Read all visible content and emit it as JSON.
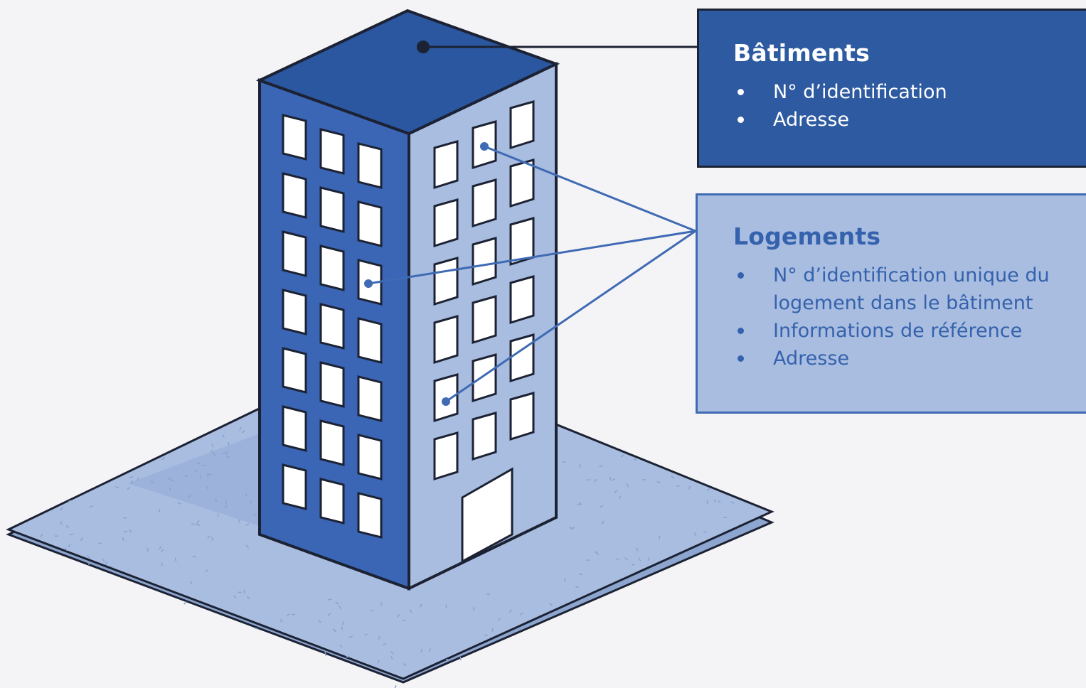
{
  "batiments": {
    "title": "Bâtiments",
    "items": [
      "N° d’identification",
      "Adresse"
    ]
  },
  "logements": {
    "title": "Logements",
    "items": [
      "N° d’identification unique du logement dans le bâtiment",
      "Informations de référence",
      "Adresse"
    ]
  },
  "colors": {
    "roof": "#2a57a0",
    "front_face": "#3a66b5",
    "side_face": "#a8bde0",
    "ground": "#a9bde1",
    "outline": "#1c2233",
    "connector": "#3f6ab4",
    "window": "#ffffff"
  }
}
